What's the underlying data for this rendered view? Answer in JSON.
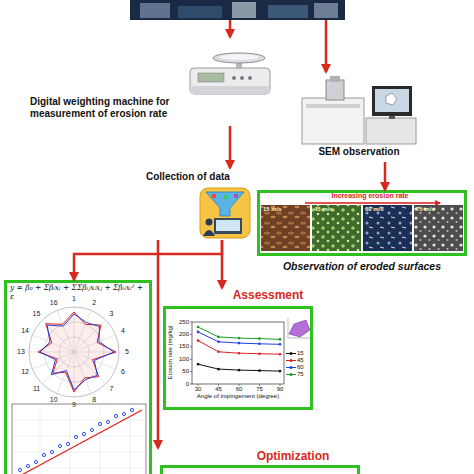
{
  "diagram": {
    "nodes": [
      {
        "text": [
          "Digital weighting machine for measurement of erosion rate"
        ]
      },
      {
        "text": [
          "SEM observation"
        ]
      },
      {
        "text": [
          "Observation of eroded surfaces"
        ]
      },
      {
        "text": [
          "Collection of data"
        ]
      },
      {
        "text": [
          "y = β₀ + Σβᵢxᵢ + ΣΣβᵢⱼxᵢxⱼ + Σβᵢᵢxᵢ² + ε"
        ]
      },
      {
        "text": [
          "Assessment"
        ]
      },
      {
        "text": [
          "Optimization"
        ]
      }
    ],
    "edges": [
      {
        "from": 0,
        "to": 3,
        "arrow": "to"
      },
      {
        "from": 1,
        "to": 2,
        "arrow": "to"
      },
      {
        "from": 3,
        "to": 4,
        "arrow": "to"
      },
      {
        "from": 3,
        "to": 5,
        "arrow": "to"
      },
      {
        "from": 3,
        "to": 6,
        "arrow": "to"
      }
    ],
    "labels": [
      "Increasing erosion rate",
      "15 m/s",
      "45 m/s",
      "60 m/s",
      "75 m/s",
      "1",
      "2",
      "3",
      "4",
      "5",
      "6",
      "7",
      "8",
      "9",
      "10",
      "11",
      "12",
      "13",
      "14",
      "15",
      "16",
      "Erosion rate (mg/kg)",
      "Angle of impingement (degree)",
      "0",
      "50",
      "100",
      "150",
      "200",
      "250",
      "30",
      "45",
      "60",
      "75",
      "90"
    ],
    "legend": [
      {
        "text": "15"
      },
      {
        "text": "45"
      },
      {
        "text": "60"
      },
      {
        "text": "75"
      }
    ]
  }
}
